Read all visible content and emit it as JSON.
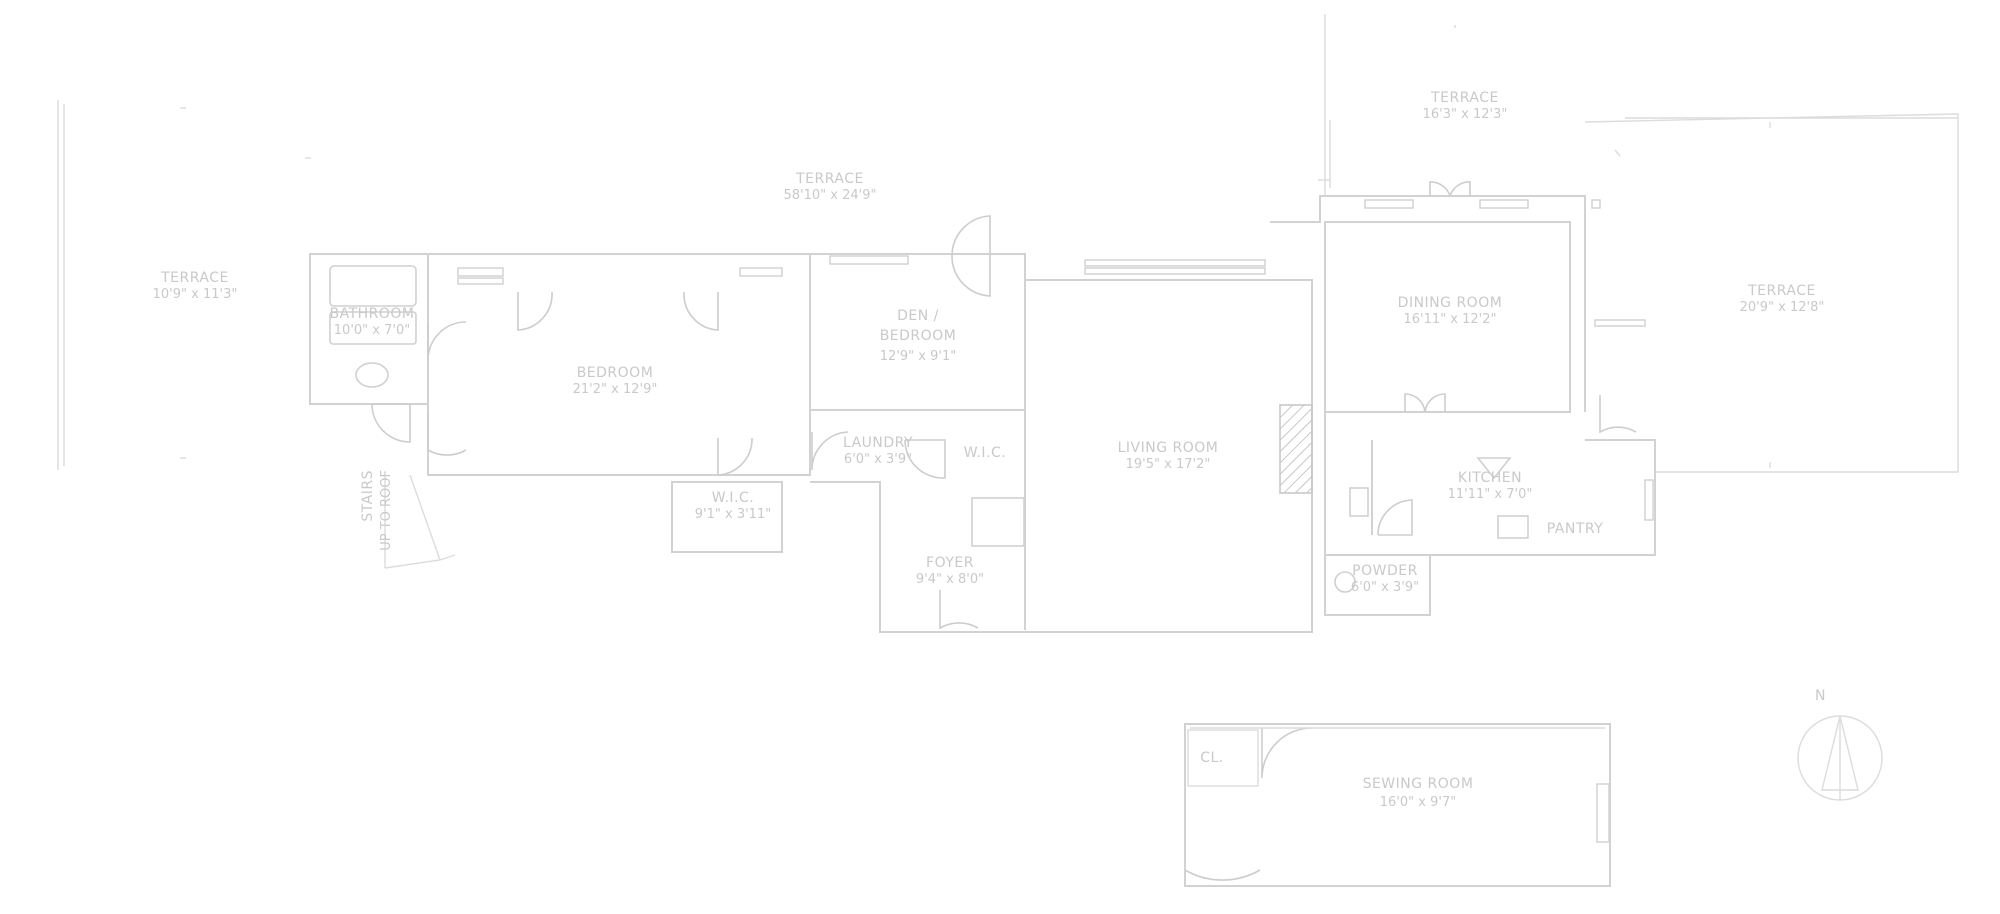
{
  "plan": {
    "rooms": [
      {
        "id": "terrace-left",
        "name": "TERRACE",
        "dim": "10'9\" x 11'3\""
      },
      {
        "id": "terrace-top",
        "name": "TERRACE",
        "dim": "58'10\" x 24'9\""
      },
      {
        "id": "terrace-upper-right",
        "name": "TERRACE",
        "dim": "16'3\" x 12'3\""
      },
      {
        "id": "terrace-right",
        "name": "TERRACE",
        "dim": "20'9\" x 12'8\""
      },
      {
        "id": "bathroom",
        "name": "BATHROOM",
        "dim": "10'0\" x 7'0\""
      },
      {
        "id": "bedroom",
        "name": "BEDROOM",
        "dim": "21'2\" x 12'9\""
      },
      {
        "id": "den",
        "name": "DEN /",
        "name2": "BEDROOM",
        "dim": "12'9\" x 9'1\""
      },
      {
        "id": "dining-room",
        "name": "DINING ROOM",
        "dim": "16'11\" x 12'2\""
      },
      {
        "id": "living-room",
        "name": "LIVING ROOM",
        "dim": "19'5\" x 17'2\""
      },
      {
        "id": "kitchen",
        "name": "KITCHEN",
        "dim": "11'11\" x 7'0\""
      },
      {
        "id": "wic",
        "name": "W.I.C.",
        "dim": "9'1\" x 3'11\""
      },
      {
        "id": "laundry",
        "name": "LAUNDRY",
        "dim": "6'0\" x 3'9\""
      },
      {
        "id": "wic-small",
        "name": "W.I.C."
      },
      {
        "id": "foyer",
        "name": "FOYER",
        "dim": "9'4\" x 8'0\""
      },
      {
        "id": "powder",
        "name": "POWDER",
        "dim": "6'0\" x 3'9\""
      },
      {
        "id": "pantry",
        "name": "PANTRY"
      },
      {
        "id": "stairs",
        "name": "STAIRS",
        "dim": "UP TO ROOF"
      },
      {
        "id": "sewing-room",
        "name": "SEWING ROOM",
        "dim": "16'0\" x 9'7\""
      },
      {
        "id": "cl",
        "name": "CL."
      }
    ],
    "compass": {
      "label": "N"
    }
  }
}
